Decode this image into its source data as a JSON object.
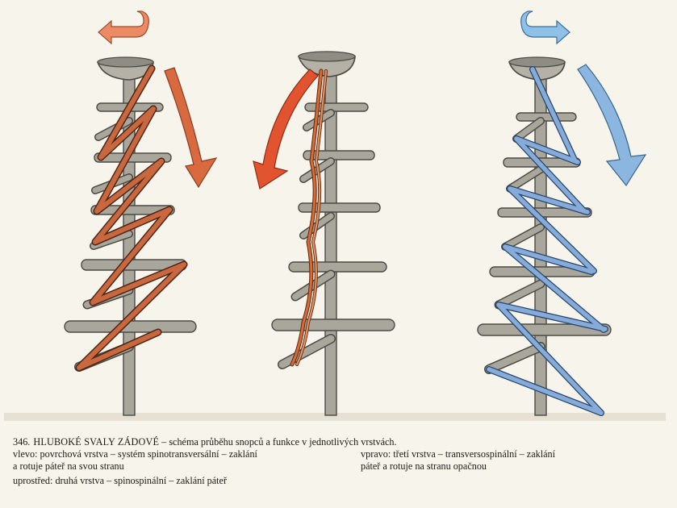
{
  "caption": {
    "number": "346.",
    "title": "HLUBOKÉ SVALY ZÁDOVÉ",
    "title_rest": " – schéma průběhu snopců a funkce v jednotlivých vrstvách.",
    "left_line1": "vlevo: povrchová vrstva – systém spinotransversální – zaklání",
    "left_line2": "a rotuje páteř na svou stranu",
    "middle_line": "uprostřed: druhá vrstva – spinospinální – zaklání páteř",
    "right_line1": "vpravo: třetí vrstva – transversospinální – zaklání",
    "right_line2": "páteř a rotuje na stranu opačnou"
  },
  "figure": {
    "models": [
      {
        "name": "left",
        "rotation": "counterclockwise",
        "muscle_color": "#c9683f"
      },
      {
        "name": "middle",
        "rotation": "none",
        "muscle_color": "#d86a33"
      },
      {
        "name": "right",
        "rotation": "clockwise",
        "muscle_color": "#7ea4d3"
      }
    ],
    "colors": {
      "bone": "#a9a69c",
      "bone_edge": "#4c4a45",
      "orange_arrow": "#e07a55",
      "red_arrow": "#e2532f",
      "blue_arrow": "#8ab6df"
    }
  }
}
